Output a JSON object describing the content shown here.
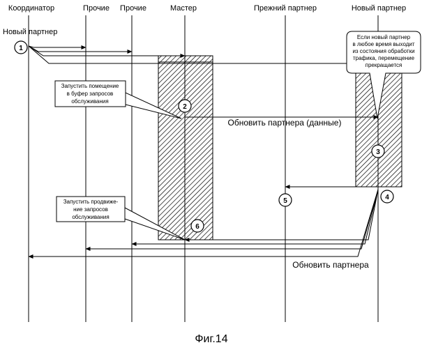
{
  "lanes": [
    "Координатор",
    "Прочие",
    "Прочие",
    "Мастер",
    "Прежний партнер",
    "Новый партнер"
  ],
  "sublabel": "Новый партнер",
  "notes": {
    "start_buffer": [
      "Запустить помещение",
      "в буфер запросов",
      "обслуживания"
    ],
    "start_advance": [
      "Запустить продвиже-",
      "ние запросов",
      "обслуживания"
    ],
    "condition": [
      "Если новый партнер",
      "в любое время выходит",
      "из состояния обработки",
      "трафика, перемещение",
      "прекращается"
    ]
  },
  "messages": {
    "update_data": "Обновить партнера (данные)",
    "update": "Обновить партнера"
  },
  "steps": [
    "1",
    "2",
    "3",
    "4",
    "5",
    "6"
  ],
  "caption": "Фиг.14",
  "colors": {
    "line": "#000000",
    "background": "#ffffff"
  }
}
